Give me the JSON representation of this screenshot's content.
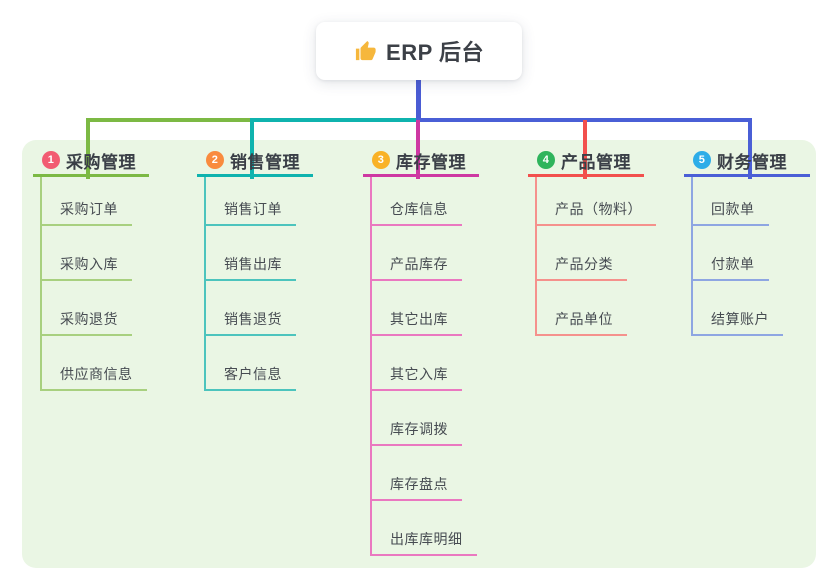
{
  "root": {
    "label": "ERP 后台",
    "icon": "thumbs-up-icon",
    "trunk_color": "#4a5cd4"
  },
  "canvas": {
    "background": "#ffffff",
    "panel_color": "#eaf6e4"
  },
  "branches": [
    {
      "num": "1",
      "label": "采购管理",
      "badge_color": "#f25c72",
      "line_color": "#7cb944",
      "child_line_color": "#a8d07f",
      "children": [
        "采购订单",
        "采购入库",
        "采购退货",
        "供应商信息"
      ]
    },
    {
      "num": "2",
      "label": "销售管理",
      "badge_color": "#f98b3e",
      "line_color": "#0fb3ae",
      "child_line_color": "#4cc4bd",
      "children": [
        "销售订单",
        "销售出库",
        "销售退货",
        "客户信息"
      ]
    },
    {
      "num": "3",
      "label": "库存管理",
      "badge_color": "#f9b226",
      "line_color": "#ce38a2",
      "child_line_color": "#ea78c0",
      "children": [
        "仓库信息",
        "产品库存",
        "其它出库",
        "其它入库",
        "库存调拨",
        "库存盘点",
        "出库库明细"
      ]
    },
    {
      "num": "4",
      "label": "产品管理",
      "badge_color": "#2fb45c",
      "line_color": "#f2504d",
      "child_line_color": "#f5918c",
      "children": [
        "产品（物料）",
        "产品分类",
        "产品单位"
      ]
    },
    {
      "num": "5",
      "label": "财务管理",
      "badge_color": "#2dade8",
      "line_color": "#4a5fd6",
      "child_line_color": "#8ea6e2",
      "children": [
        "回款单",
        "付款单",
        "结算账户"
      ]
    }
  ]
}
